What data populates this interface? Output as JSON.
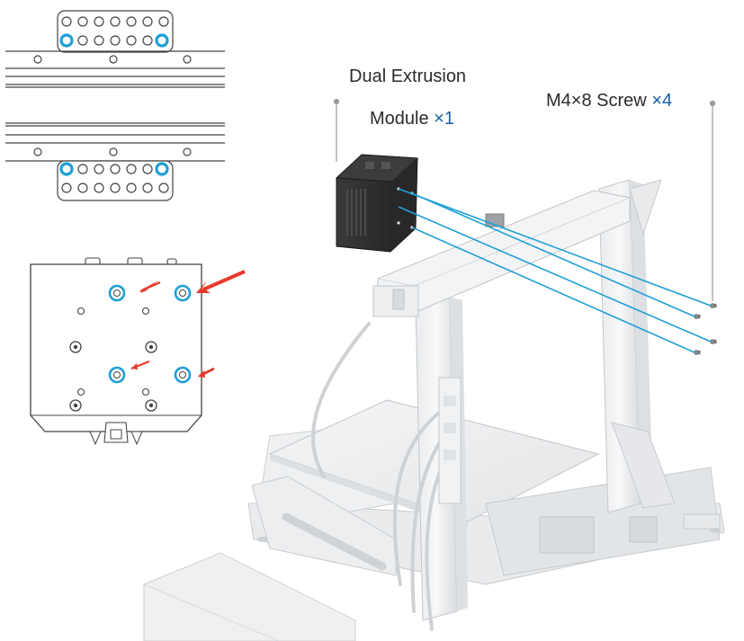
{
  "labels": {
    "module_line1": "Dual Extrusion",
    "module_line2": "Module",
    "module_qty": "×1",
    "screw_name": "M4×8 Screw",
    "screw_qty": "×4"
  },
  "colors": {
    "highlight": "#1ea0d6",
    "arrow": "#e8392c",
    "quantity_text": "#1a5fa8",
    "module_body": "#2a2a2a"
  },
  "icons": {
    "plate_hole_highlight": "blue-ring",
    "pointer": "red-arrow"
  }
}
